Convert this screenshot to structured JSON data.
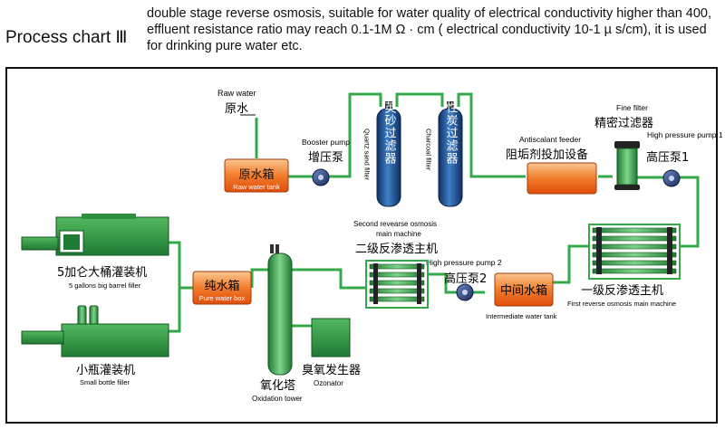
{
  "header": {
    "title": "Process chart Ⅲ",
    "description": "double stage reverse osmosis, suitable for water quality of electrical conductivity higher than 400, effluent resistance ratio may reach 0.1-1M Ω · cm ( electrical conductivity 10-1 µ s/cm), it is used for drinking pure water etc."
  },
  "nodes": {
    "raw_water": {
      "en": "Raw water",
      "cn": "原水"
    },
    "raw_water_tank": {
      "cn": "原水箱",
      "en": "Raw water tank"
    },
    "booster_pump": {
      "en": "Booster pump",
      "cn": "增压泵"
    },
    "quartz_filter": {
      "cn": "石英砂过滤器",
      "en": "Quartz sand filter"
    },
    "charcoal_filter": {
      "cn": "活性炭过滤器",
      "en": "Charcoal filter"
    },
    "antiscalant_feeder": {
      "en": "Antiscalant feeder",
      "cn": "阻垢剂投加设备"
    },
    "fine_filter": {
      "en": "Fine filter",
      "cn": "精密过滤器"
    },
    "hp_pump1": {
      "en": "High pressure pump 1",
      "cn": "高压泵1"
    },
    "first_ro": {
      "cn": "一级反渗透主机",
      "en": "First reverse osmosis main machine"
    },
    "intermediate_tank": {
      "cn": "中间水箱",
      "en": "Intermediate water tank"
    },
    "hp_pump2": {
      "en": "High pressure pump 2",
      "cn": "高压泵2"
    },
    "second_ro": {
      "en": "Second revearse osmosis main machine",
      "cn": "二级反渗透主机"
    },
    "ozonator": {
      "cn": "臭氧发生器",
      "en": "Ozonator"
    },
    "oxidation_tower": {
      "cn": "氧化塔",
      "en": "Oxidation tower"
    },
    "pure_water_box": {
      "cn": "纯水箱",
      "en": "Pure water box"
    },
    "barrel_filler": {
      "cn": "5加仑大桶灌装机",
      "en": "5 gallons big barrel filler"
    },
    "bottle_filler": {
      "cn": "小瓶灌装机",
      "en": "Small bottle filler"
    }
  },
  "colors": {
    "pipe": "#35a849",
    "machine": "#1f7a33",
    "tank_top": "#f7a25a",
    "tank_bottom": "#e25b10",
    "pump": "#22386e",
    "filter": "#1c4d8c"
  }
}
